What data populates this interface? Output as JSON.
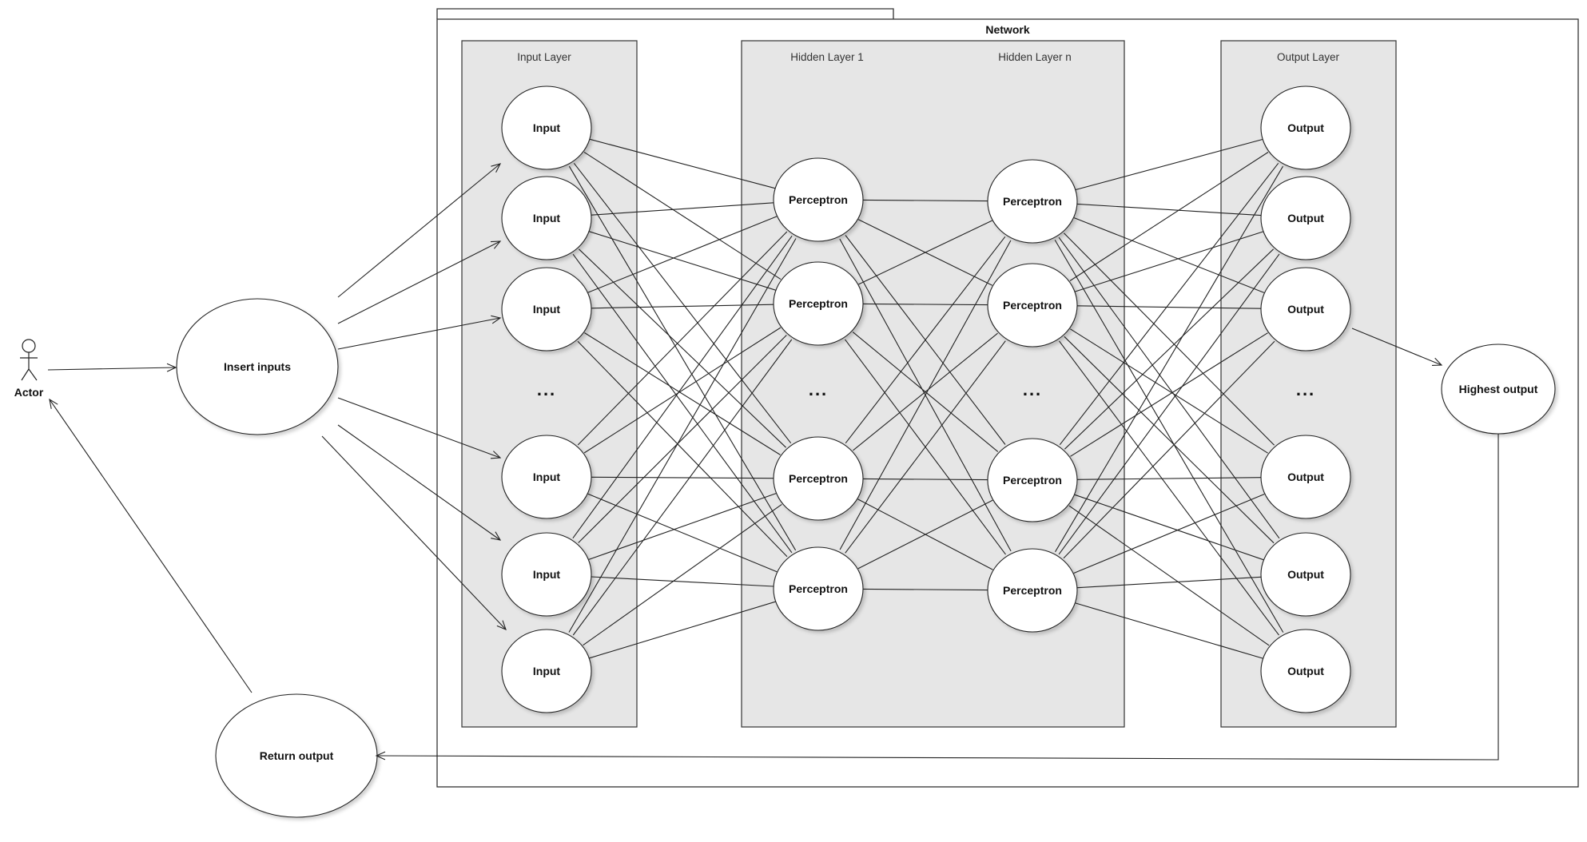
{
  "frame": {
    "title": "Network"
  },
  "actor": {
    "label": "Actor"
  },
  "use_cases": {
    "insert_inputs": "Insert inputs",
    "return_output": "Return output",
    "highest_output": "Highest output"
  },
  "layers": {
    "input": {
      "title": "Input Layer",
      "node_label": "Input"
    },
    "hidden_1": {
      "title": "Hidden Layer 1",
      "node_label": "Perceptron"
    },
    "hidden_n": {
      "title": "Hidden Layer n",
      "node_label": "Perceptron"
    },
    "output": {
      "title": "Output Layer",
      "node_label": "Output"
    }
  },
  "ellipsis": "..."
}
